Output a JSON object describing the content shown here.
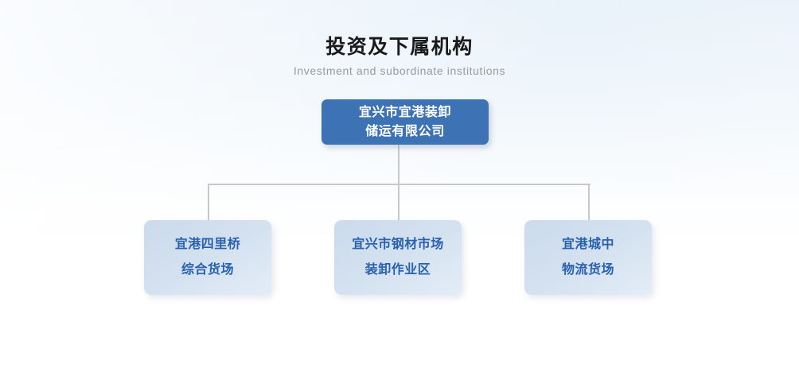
{
  "header": {
    "title_cn": "投资及下属机构",
    "title_en": "Investment and subordinate institutions"
  },
  "colors": {
    "root_fill": "#3d72b4",
    "root_text": "#ffffff",
    "child_fill": "#ccdbec",
    "child_text": "#2a61ae",
    "connector": "#c8c8c8",
    "title_cn": "#1a1a1a",
    "title_en": "#9a9a9a",
    "background_top": "#e9f2fa",
    "background_bottom": "#ffffff"
  },
  "org_chart": {
    "root": {
      "lines": [
        "宜兴市宜港装卸",
        "储运有限公司"
      ],
      "full_text": "宜兴市宜港装卸储运有限公司"
    },
    "children": [
      {
        "lines": [
          "宜港四里桥",
          "综合货场"
        ],
        "full_text": "宜港四里桥综合货场"
      },
      {
        "lines": [
          "宜兴市钢材市场",
          "装卸作业区"
        ],
        "full_text": "宜兴市钢材市场装卸作业区"
      },
      {
        "lines": [
          "宜港城中",
          "物流货场"
        ],
        "full_text": "宜港城中物流货场"
      }
    ]
  }
}
